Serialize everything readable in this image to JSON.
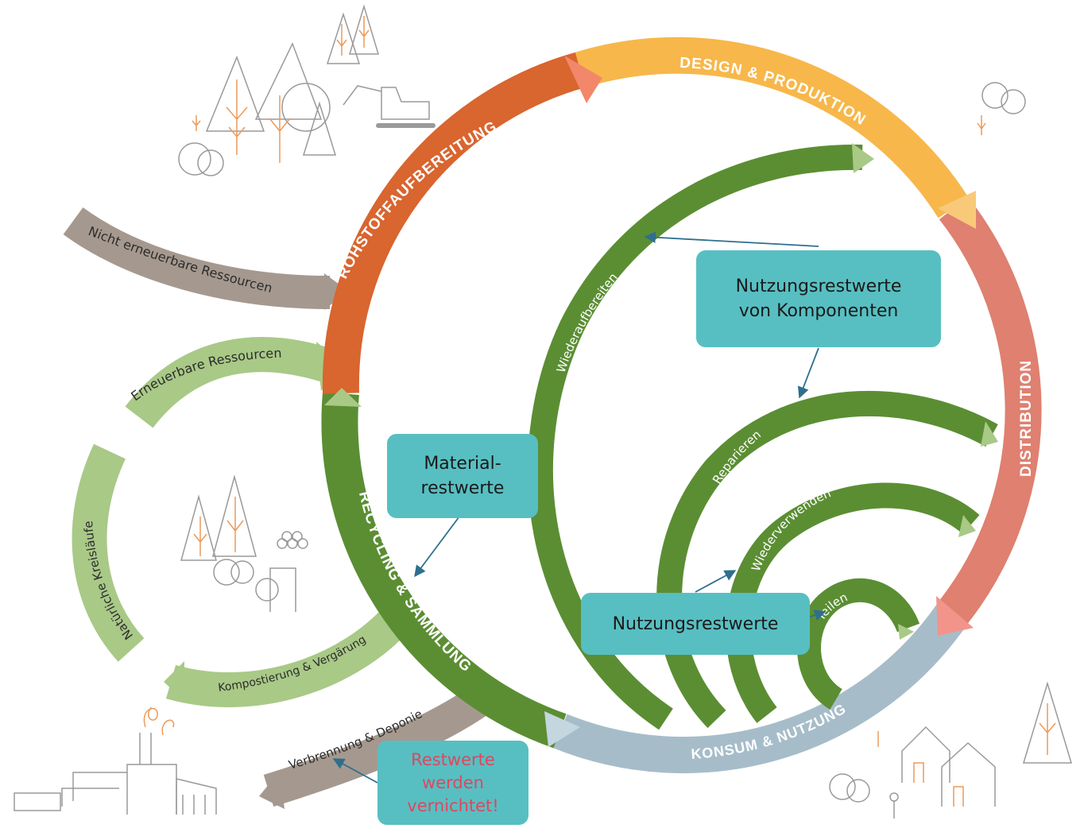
{
  "colors": {
    "rohstoff": "#d9652f",
    "design": "#f7b74b",
    "distribution": "#df8070",
    "konsum": "#a6bdc9",
    "recycling": "#5b8e33",
    "natural": "#a9c987",
    "grey": "#a5998f",
    "callout": "#57bfc2",
    "alert_text": "#e0465e",
    "sketch": "#9a9a9a",
    "sketch_accent": "#ec9a5a"
  },
  "main_cycle": {
    "rohstoff": "ROHSTOFFAUFBEREITUNG",
    "design": "DESIGN & PRODUKTION",
    "distribution": "DISTRIBUTION",
    "konsum": "KONSUM & NUTZUNG",
    "recycling": "RECYCLING & SAMMLUNG"
  },
  "inner_loops": {
    "wiederaufbereiten": "Wiederaufbereiten",
    "reparieren": "Reparieren",
    "wiederverwenden": "Wiederverwenden",
    "teilen": "Teilen"
  },
  "resources": {
    "nicht_erneuerbar": "Nicht erneuerbare Ressourcen",
    "erneuerbar": "Erneuerbare Ressourcen",
    "natuerliche": "Natürliche Kreisläufe",
    "kompostierung": "Kompostierung & Vergärung",
    "verbrennung": "Verbrennung & Deponie"
  },
  "callouts": {
    "komponenten_line1": "Nutzungsrestwerte",
    "komponenten_line2": "von Komponenten",
    "material_line1": "Material-",
    "material_line2": "restwerte",
    "nutzung": "Nutzungsrestwerte",
    "vernichtet_line1": "Restwerte",
    "vernichtet_line2": "werden",
    "vernichtet_line3": "vernichtet!"
  }
}
